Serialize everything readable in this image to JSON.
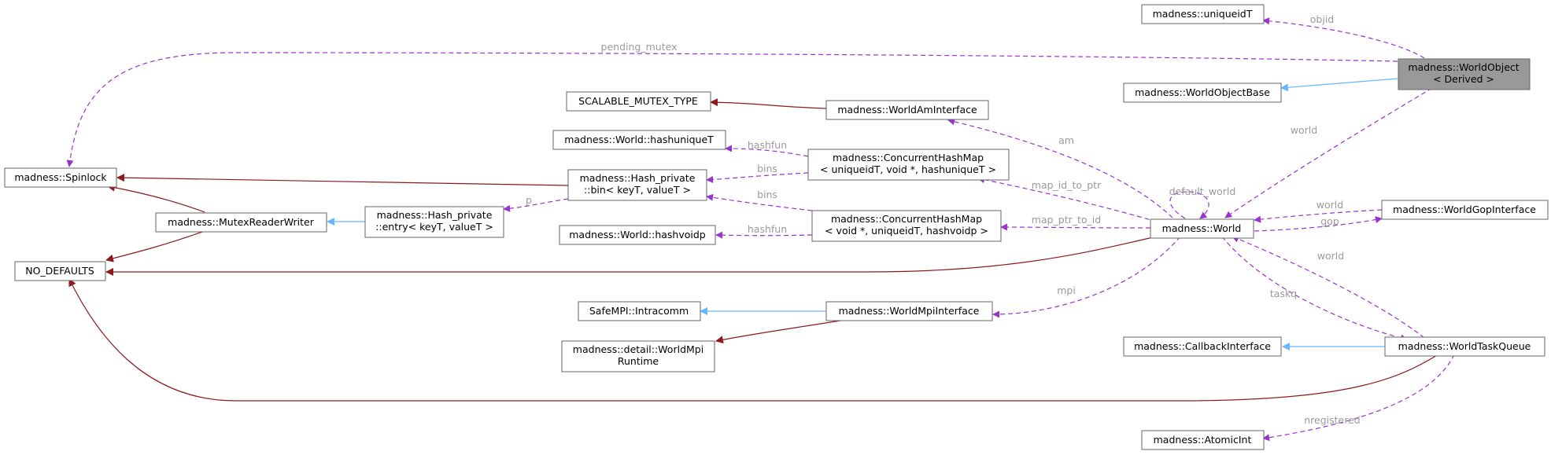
{
  "colors": {
    "usage_edge": "#9a32cd",
    "inheritance_edge": "#63b8ff",
    "private_inheritance_edge": "#8b1a1a",
    "node_border": "#666666",
    "highlight_fill": "#999999",
    "edge_label": "#9a9a9a"
  },
  "nodes": {
    "worldobject": [
      "madness::WorldObject",
      "< Derived >"
    ],
    "uniqueidT": [
      "madness::uniqueidT"
    ],
    "worldobjectbase": [
      "madness::WorldObjectBase"
    ],
    "spinlock": [
      "madness::Spinlock"
    ],
    "scalable_mutex": [
      "SCALABLE_MUTEX_TYPE"
    ],
    "worldaminterface": [
      "madness::WorldAmInterface"
    ],
    "hashuniqueT": [
      "madness::World::hashuniqueT"
    ],
    "chm1": [
      "madness::ConcurrentHashMap",
      "< uniqueidT, void *, hashuniqueT >"
    ],
    "hash_bin": [
      "madness::Hash_private",
      "::bin< keyT, valueT >"
    ],
    "mutexrw": [
      "madness::MutexReaderWriter"
    ],
    "hash_entry": [
      "madness::Hash_private",
      "::entry< keyT, valueT >"
    ],
    "no_defaults": [
      "NO_DEFAULTS"
    ],
    "hashvoidp": [
      "madness::World::hashvoidp"
    ],
    "chm2": [
      "madness::ConcurrentHashMap",
      "< void *, uniqueidT, hashvoidp >"
    ],
    "world": [
      "madness::World"
    ],
    "worldgop": [
      "madness::WorldGopInterface"
    ],
    "intracomm": [
      "SafeMPI::Intracomm"
    ],
    "worldmpiinterface": [
      "madness::WorldMpiInterface"
    ],
    "worldmpiruntime": [
      "madness::detail::WorldMpi",
      "Runtime"
    ],
    "callbackinterface": [
      "madness::CallbackInterface"
    ],
    "worldtaskqueue": [
      "madness::WorldTaskQueue"
    ],
    "atomicint": [
      "madness::AtomicInt"
    ]
  },
  "edge_labels": {
    "objid": "objid",
    "pending_mutex": "pending_mutex",
    "world_wo": "world",
    "am": "am",
    "hashfun_1": "hashfun",
    "bins_1": "bins",
    "map_id_to_ptr": "map_id_to_ptr",
    "default_world": "default_world",
    "p": "p",
    "bins_2": "bins",
    "map_ptr_to_id": "map_ptr_to_id",
    "hashfun_2": "hashfun",
    "world_gop": "world",
    "gop": "gop",
    "world_tq": "world",
    "mpi": "mpi",
    "taskq": "taskq",
    "nregistered": "nregistered"
  }
}
